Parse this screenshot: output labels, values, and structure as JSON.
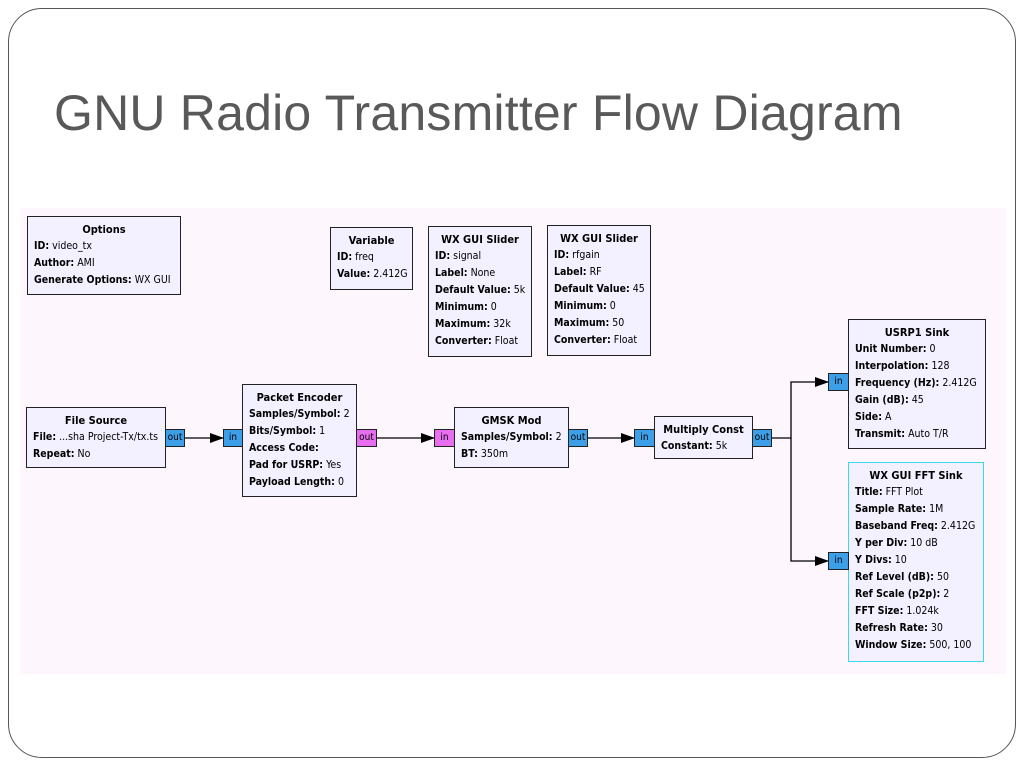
{
  "slide": {
    "title": "GNU Radio Transmitter Flow Diagram"
  },
  "colors": {
    "block_fill": "#f3f0ff",
    "canvas_bg": "#fdf6fc",
    "complex_port": "#3d9fe8",
    "byte_port": "#e86ef0",
    "selected_border": "#3cd7e8"
  },
  "blocks": {
    "options": {
      "title": "Options",
      "params": [
        {
          "k": "ID:",
          "v": "video_tx"
        },
        {
          "k": "Author:",
          "v": "AMI"
        },
        {
          "k": "Generate Options:",
          "v": "WX GUI"
        }
      ]
    },
    "variable": {
      "title": "Variable",
      "params": [
        {
          "k": "ID:",
          "v": "freq"
        },
        {
          "k": "Value:",
          "v": "2.412G"
        }
      ]
    },
    "slider_signal": {
      "title": "WX GUI Slider",
      "params": [
        {
          "k": "ID:",
          "v": "signal"
        },
        {
          "k": "Label:",
          "v": "None"
        },
        {
          "k": "Default Value:",
          "v": "5k"
        },
        {
          "k": "Minimum:",
          "v": "0"
        },
        {
          "k": "Maximum:",
          "v": "32k"
        },
        {
          "k": "Converter:",
          "v": "Float"
        }
      ]
    },
    "slider_rfgain": {
      "title": "WX GUI Slider",
      "params": [
        {
          "k": "ID:",
          "v": "rfgain"
        },
        {
          "k": "Label:",
          "v": "RF"
        },
        {
          "k": "Default Value:",
          "v": "45"
        },
        {
          "k": "Minimum:",
          "v": "0"
        },
        {
          "k": "Maximum:",
          "v": "50"
        },
        {
          "k": "Converter:",
          "v": "Float"
        }
      ]
    },
    "file_source": {
      "title": "File Source",
      "params": [
        {
          "k": "File:",
          "v": "...sha Project-Tx/tx.ts"
        },
        {
          "k": "Repeat:",
          "v": "No"
        }
      ]
    },
    "packet_encoder": {
      "title": "Packet Encoder",
      "params": [
        {
          "k": "Samples/Symbol:",
          "v": "2"
        },
        {
          "k": "Bits/Symbol:",
          "v": "1"
        },
        {
          "k": "Access Code:",
          "v": ""
        },
        {
          "k": "Pad for USRP:",
          "v": "Yes"
        },
        {
          "k": "Payload Length:",
          "v": "0"
        }
      ]
    },
    "gmsk_mod": {
      "title": "GMSK Mod",
      "params": [
        {
          "k": "Samples/Symbol:",
          "v": "2"
        },
        {
          "k": "BT:",
          "v": "350m"
        }
      ]
    },
    "multiply_const": {
      "title": "Multiply Const",
      "params": [
        {
          "k": "Constant:",
          "v": "5k"
        }
      ]
    },
    "usrp1_sink": {
      "title": "USRP1 Sink",
      "params": [
        {
          "k": "Unit Number:",
          "v": "0"
        },
        {
          "k": "Interpolation:",
          "v": "128"
        },
        {
          "k": "Frequency (Hz):",
          "v": "2.412G"
        },
        {
          "k": "Gain (dB):",
          "v": "45"
        },
        {
          "k": "Side:",
          "v": "A"
        },
        {
          "k": "Transmit:",
          "v": "Auto T/R"
        }
      ]
    },
    "fft_sink": {
      "title": "WX GUI FFT Sink",
      "params": [
        {
          "k": "Title:",
          "v": "FFT Plot"
        },
        {
          "k": "Sample Rate:",
          "v": "1M"
        },
        {
          "k": "Baseband Freq:",
          "v": "2.412G"
        },
        {
          "k": "Y per Div:",
          "v": "10 dB"
        },
        {
          "k": "Y Divs:",
          "v": "10"
        },
        {
          "k": "Ref Level (dB):",
          "v": "50"
        },
        {
          "k": "Ref Scale (p2p):",
          "v": "2"
        },
        {
          "k": "FFT Size:",
          "v": "1.024k"
        },
        {
          "k": "Refresh Rate:",
          "v": "30"
        },
        {
          "k": "Window Size:",
          "v": "500, 100"
        }
      ]
    }
  },
  "ports": {
    "file_source_out": "out",
    "packet_encoder_in": "in",
    "packet_encoder_out": "out",
    "gmsk_mod_in": "in",
    "gmsk_mod_out": "out",
    "multiply_const_in": "in",
    "multiply_const_out": "out",
    "usrp1_sink_in": "in",
    "fft_sink_in": "in"
  },
  "connections": [
    {
      "from": "file_source",
      "to": "packet_encoder"
    },
    {
      "from": "packet_encoder",
      "to": "gmsk_mod"
    },
    {
      "from": "gmsk_mod",
      "to": "multiply_const"
    },
    {
      "from": "multiply_const",
      "to": "usrp1_sink"
    },
    {
      "from": "multiply_const",
      "to": "fft_sink"
    }
  ]
}
